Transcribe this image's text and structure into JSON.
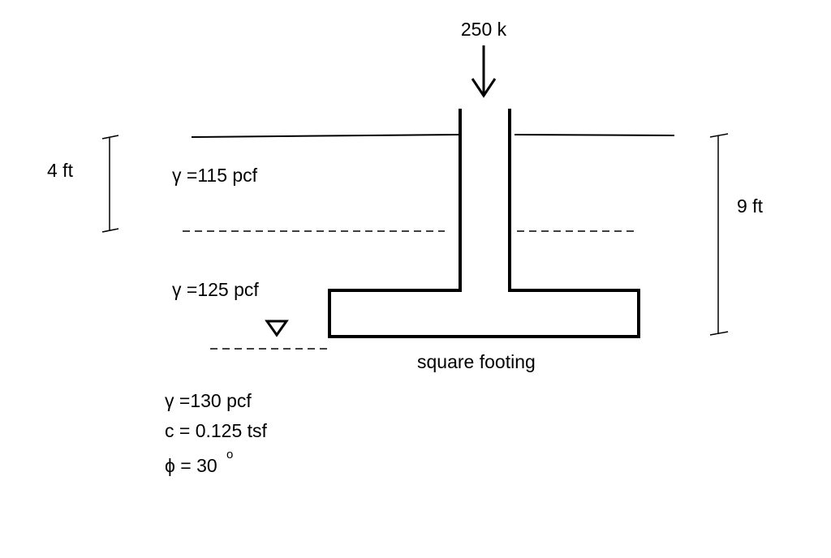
{
  "load": {
    "label": "250 k"
  },
  "dimensions": {
    "upper_layer_depth": "4 ft",
    "footing_depth": "9 ft"
  },
  "layers": {
    "top": {
      "unit_weight": "γ =115 pcf"
    },
    "middle": {
      "unit_weight": "γ =125 pcf"
    },
    "bottom": {
      "unit_weight": "γ =130 pcf",
      "cohesion": "c = 0.125 tsf",
      "friction_angle": "ϕ = 30",
      "friction_angle_unit": "o"
    }
  },
  "footing": {
    "label": "square footing"
  },
  "colors": {
    "ink": "#000000",
    "background": "#ffffff"
  }
}
